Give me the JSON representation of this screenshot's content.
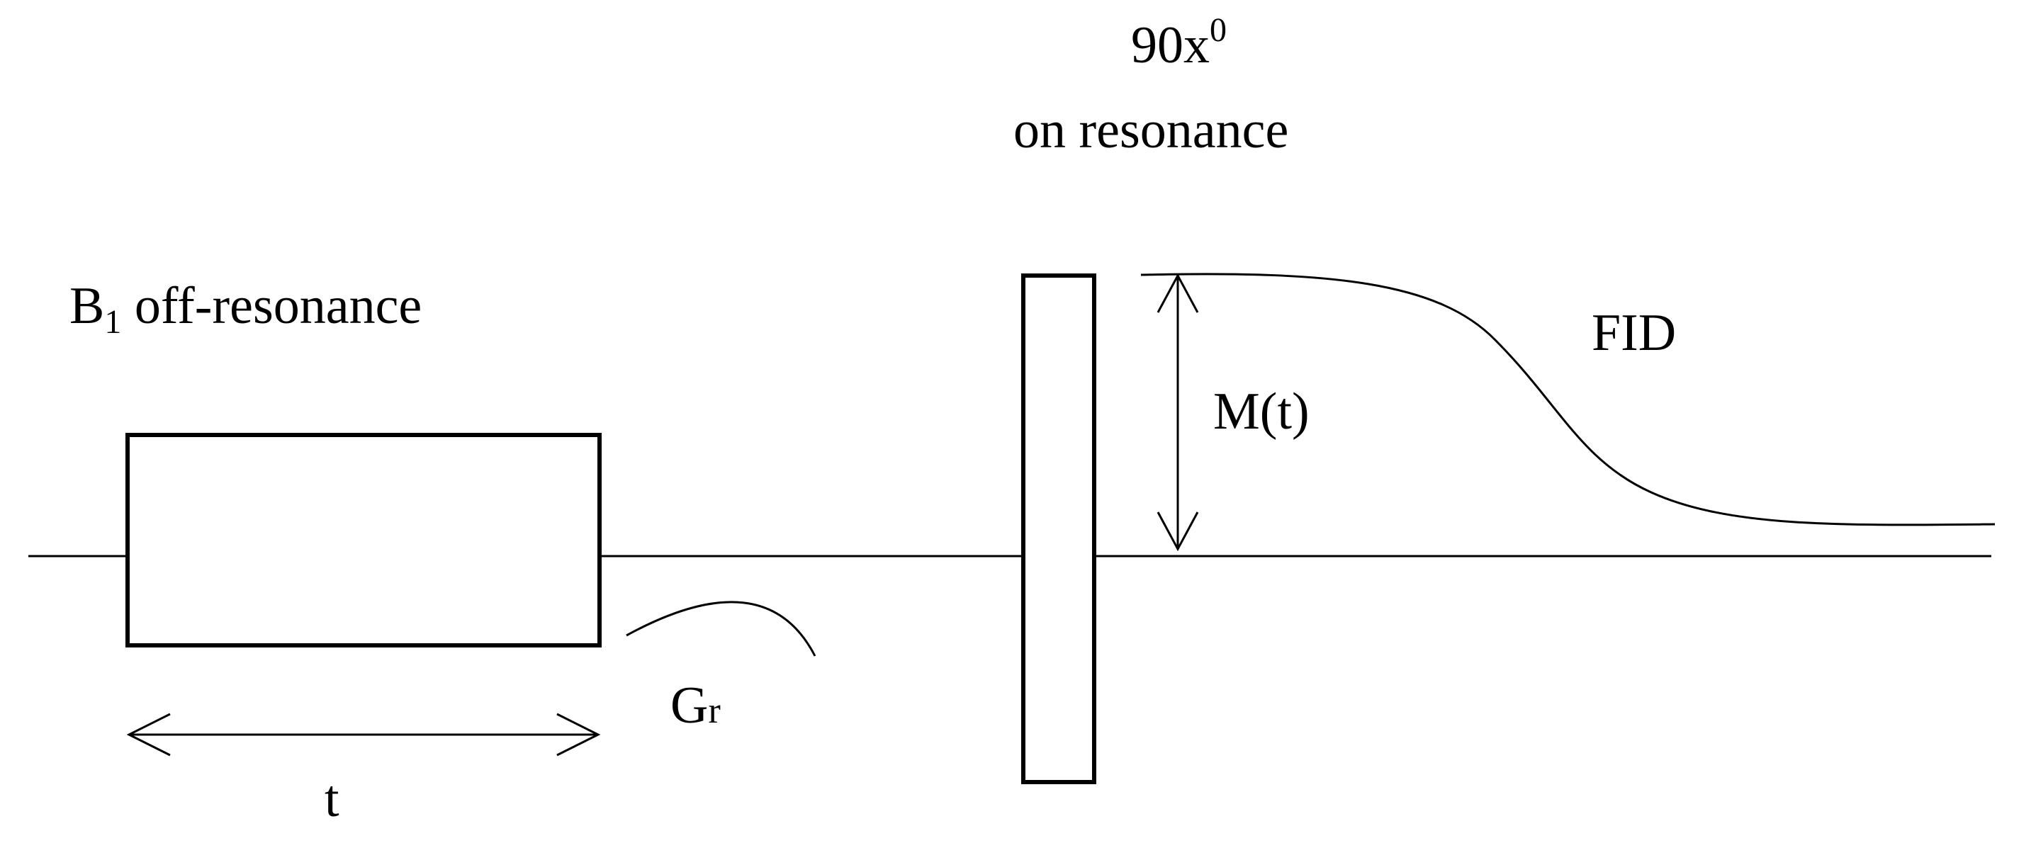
{
  "diagram": {
    "pulse_label": "90x",
    "pulse_label_sup": "0",
    "pulse_sublabel": "on resonance",
    "b1_label": "B",
    "b1_label_sub": "1",
    "b1_label_rest": " off-resonance",
    "gradient_label": "G",
    "gradient_label_sub": "r",
    "duration_label": "t",
    "magnetization_label": "M(t)",
    "fid_label": "FID"
  },
  "colors": {
    "ink": "#000000",
    "background": "#ffffff"
  }
}
